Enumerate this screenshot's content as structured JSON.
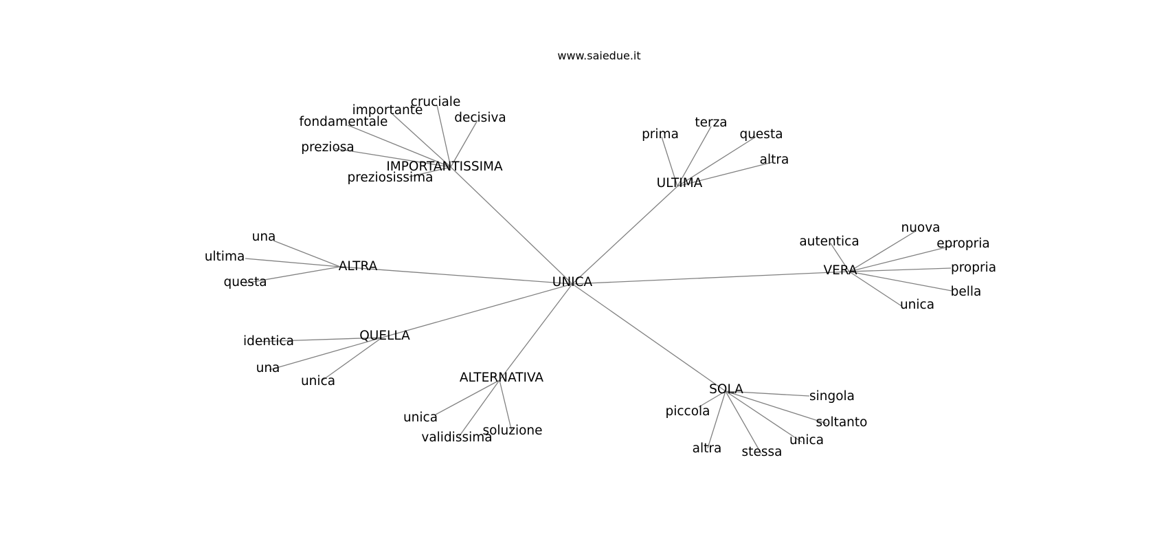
{
  "title": "www.saiedue.it",
  "root": "UNICA",
  "groups": [
    {
      "hub": "IMPORTANTISSIMA",
      "leaves": [
        "cruciale",
        "importante",
        "decisiva",
        "fondamentale",
        "preziosa",
        "preziosissima"
      ]
    },
    {
      "hub": "ULTIMA",
      "leaves": [
        "terza",
        "prima",
        "questa",
        "altra"
      ]
    },
    {
      "hub": "ALTRA",
      "leaves": [
        "una",
        "ultima",
        "questa"
      ]
    },
    {
      "hub": "VERA",
      "leaves": [
        "nuova",
        "autentica",
        "epropria",
        "propria",
        "bella",
        "unica"
      ]
    },
    {
      "hub": "QUELLA",
      "leaves": [
        "identica",
        "una",
        "unica"
      ]
    },
    {
      "hub": "ALTERNATIVA",
      "leaves": [
        "unica",
        "validissima",
        "soluzione"
      ]
    },
    {
      "hub": "SOLA",
      "leaves": [
        "singola",
        "piccola",
        "soltanto",
        "unica",
        "altra",
        "stessa"
      ]
    }
  ]
}
